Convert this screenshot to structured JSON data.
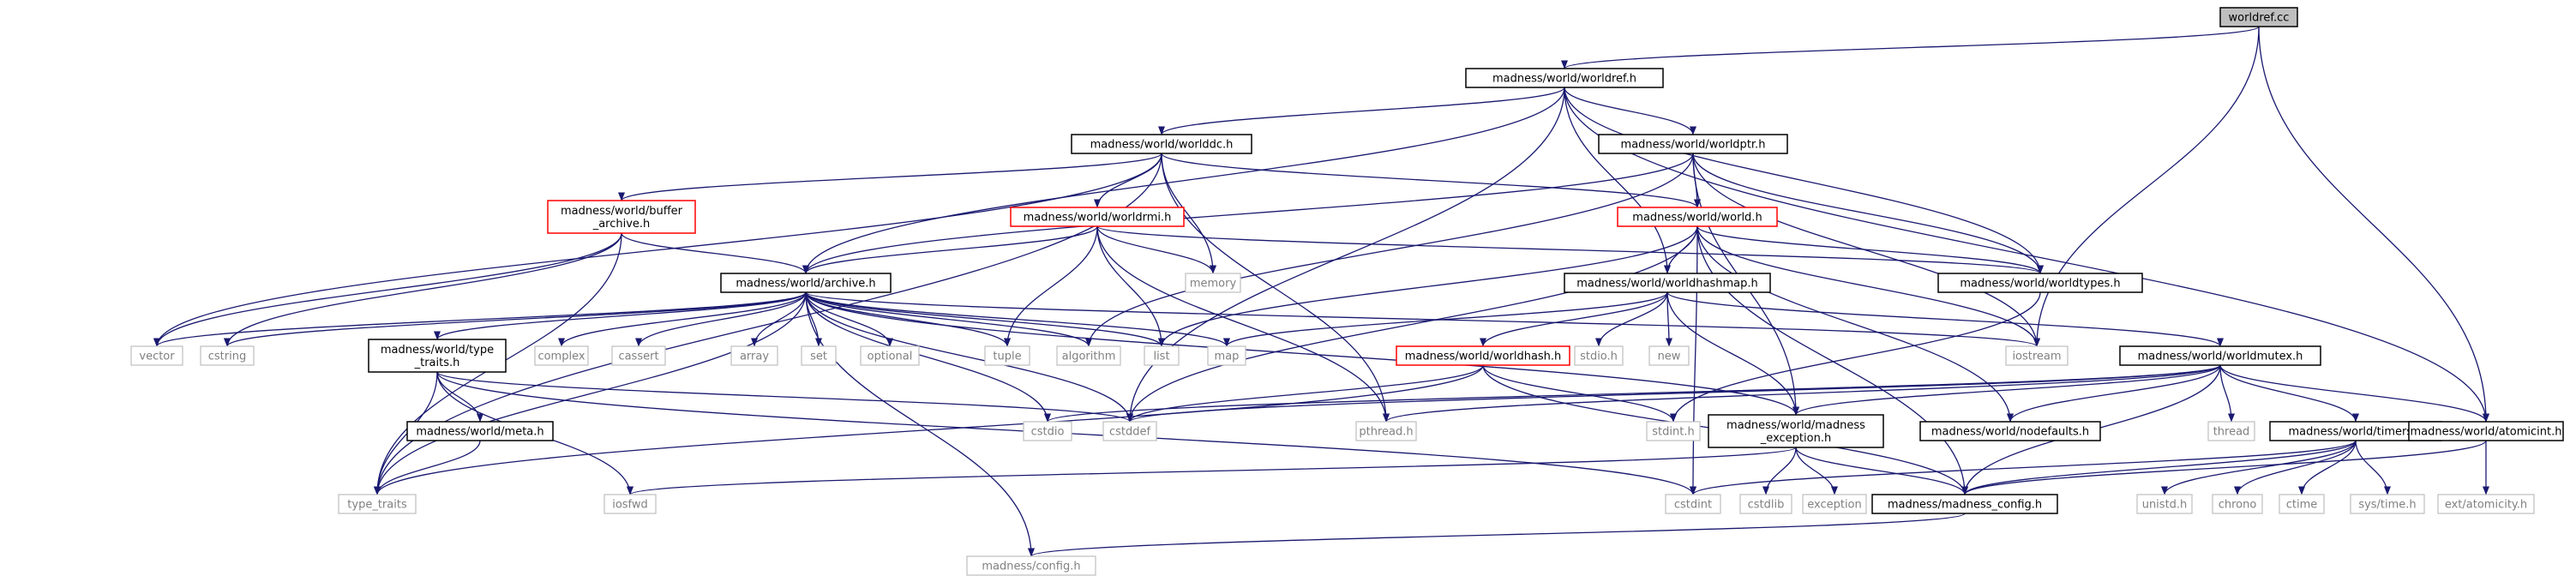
{
  "graph": {
    "nodes": [
      {
        "id": "worldref_cc",
        "lines": [
          "worldref.cc"
        ],
        "style": "root"
      },
      {
        "id": "worldref_h",
        "lines": [
          "madness/world/worldref.h"
        ],
        "style": "normal"
      },
      {
        "id": "worlddc_h",
        "lines": [
          "madness/world/worlddc.h"
        ],
        "style": "normal"
      },
      {
        "id": "worldptr_h",
        "lines": [
          "madness/world/worldptr.h"
        ],
        "style": "normal"
      },
      {
        "id": "buffer_archive_h",
        "lines": [
          "madness/world/buffer",
          "_archive.h"
        ],
        "style": "red"
      },
      {
        "id": "worldrmi_h",
        "lines": [
          "madness/world/worldrmi.h"
        ],
        "style": "red"
      },
      {
        "id": "world_h",
        "lines": [
          "madness/world/world.h"
        ],
        "style": "red"
      },
      {
        "id": "memory",
        "lines": [
          "memory"
        ],
        "style": "ext"
      },
      {
        "id": "worldtypes_h",
        "lines": [
          "madness/world/worldtypes.h"
        ],
        "style": "normal"
      },
      {
        "id": "archive_h",
        "lines": [
          "madness/world/archive.h"
        ],
        "style": "normal"
      },
      {
        "id": "worldhashmap_h",
        "lines": [
          "madness/world/worldhashmap.h"
        ],
        "style": "normal"
      },
      {
        "id": "vector",
        "lines": [
          "vector"
        ],
        "style": "ext"
      },
      {
        "id": "cstring",
        "lines": [
          "cstring"
        ],
        "style": "ext"
      },
      {
        "id": "type_traits_hdr",
        "lines": [
          "madness/world/type",
          "_traits.h"
        ],
        "style": "normal"
      },
      {
        "id": "complex",
        "lines": [
          "complex"
        ],
        "style": "ext"
      },
      {
        "id": "cassert",
        "lines": [
          "cassert"
        ],
        "style": "ext"
      },
      {
        "id": "array",
        "lines": [
          "array"
        ],
        "style": "ext"
      },
      {
        "id": "set",
        "lines": [
          "set"
        ],
        "style": "ext"
      },
      {
        "id": "optional",
        "lines": [
          "optional"
        ],
        "style": "ext"
      },
      {
        "id": "tuple",
        "lines": [
          "tuple"
        ],
        "style": "ext"
      },
      {
        "id": "algorithm",
        "lines": [
          "algorithm"
        ],
        "style": "ext"
      },
      {
        "id": "list",
        "lines": [
          "list"
        ],
        "style": "ext"
      },
      {
        "id": "map",
        "lines": [
          "map"
        ],
        "style": "ext"
      },
      {
        "id": "stdio_h",
        "lines": [
          "stdio.h"
        ],
        "style": "ext"
      },
      {
        "id": "new",
        "lines": [
          "new"
        ],
        "style": "ext"
      },
      {
        "id": "iostream",
        "lines": [
          "iostream"
        ],
        "style": "ext"
      },
      {
        "id": "worldmutex_h",
        "lines": [
          "madness/world/worldmutex.h"
        ],
        "style": "normal"
      },
      {
        "id": "worldhash_h",
        "lines": [
          "madness/world/worldhash.h"
        ],
        "style": "red"
      },
      {
        "id": "meta_h",
        "lines": [
          "madness/world/meta.h"
        ],
        "style": "normal"
      },
      {
        "id": "cstddef",
        "lines": [
          "cstddef"
        ],
        "style": "ext"
      },
      {
        "id": "cstdio",
        "lines": [
          "cstdio"
        ],
        "style": "ext"
      },
      {
        "id": "pthread_h",
        "lines": [
          "pthread.h"
        ],
        "style": "ext"
      },
      {
        "id": "stdint_h",
        "lines": [
          "stdint.h"
        ],
        "style": "ext"
      },
      {
        "id": "madness_exception_h",
        "lines": [
          "madness/world/madness",
          "_exception.h"
        ],
        "style": "normal"
      },
      {
        "id": "nodefaults_h",
        "lines": [
          "madness/world/nodefaults.h"
        ],
        "style": "normal"
      },
      {
        "id": "thread",
        "lines": [
          "thread"
        ],
        "style": "ext"
      },
      {
        "id": "timers_h",
        "lines": [
          "madness/world/timers.h"
        ],
        "style": "normal"
      },
      {
        "id": "atomicint_h",
        "lines": [
          "madness/world/atomicint.h"
        ],
        "style": "normal"
      },
      {
        "id": "type_traits",
        "lines": [
          "type_traits"
        ],
        "style": "ext"
      },
      {
        "id": "iosfwd",
        "lines": [
          "iosfwd"
        ],
        "style": "ext"
      },
      {
        "id": "cstdint",
        "lines": [
          "cstdint"
        ],
        "style": "ext"
      },
      {
        "id": "cstdlib",
        "lines": [
          "cstdlib"
        ],
        "style": "ext"
      },
      {
        "id": "exception",
        "lines": [
          "exception"
        ],
        "style": "ext"
      },
      {
        "id": "madness_config_h",
        "lines": [
          "madness/madness_config.h"
        ],
        "style": "normal"
      },
      {
        "id": "unistd_h",
        "lines": [
          "unistd.h"
        ],
        "style": "ext"
      },
      {
        "id": "chrono",
        "lines": [
          "chrono"
        ],
        "style": "ext"
      },
      {
        "id": "ctime",
        "lines": [
          "ctime"
        ],
        "style": "ext"
      },
      {
        "id": "sys_time_h",
        "lines": [
          "sys/time.h"
        ],
        "style": "ext"
      },
      {
        "id": "atomicity_h",
        "lines": [
          "ext/atomicity.h"
        ],
        "style": "ext"
      },
      {
        "id": "config_h",
        "lines": [
          "madness/config.h"
        ],
        "style": "ext"
      }
    ],
    "edges": [
      [
        "worldref_cc",
        "worldref_h"
      ],
      [
        "worldref_cc",
        "iostream"
      ],
      [
        "worldref_cc",
        "atomicint_h"
      ],
      [
        "worldref_h",
        "worlddc_h"
      ],
      [
        "worldref_h",
        "worldptr_h"
      ],
      [
        "worldref_h",
        "archive_h"
      ],
      [
        "worldref_h",
        "worldhashmap_h"
      ],
      [
        "worldref_h",
        "worldtypes_h"
      ],
      [
        "worldref_h",
        "atomicint_h"
      ],
      [
        "worldref_h",
        "cstddef"
      ],
      [
        "worlddc_h",
        "buffer_archive_h"
      ],
      [
        "worlddc_h",
        "worldrmi_h"
      ],
      [
        "worlddc_h",
        "world_h"
      ],
      [
        "worlddc_h",
        "memory"
      ],
      [
        "worlddc_h",
        "vector"
      ],
      [
        "worlddc_h",
        "pthread_h"
      ],
      [
        "worlddc_h",
        "type_traits"
      ],
      [
        "worldptr_h",
        "world_h"
      ],
      [
        "worldptr_h",
        "worldtypes_h"
      ],
      [
        "worldptr_h",
        "archive_h"
      ],
      [
        "worldptr_h",
        "algorithm"
      ],
      [
        "worldptr_h",
        "iostream"
      ],
      [
        "worldptr_h",
        "madness_exception_h"
      ],
      [
        "buffer_archive_h",
        "archive_h"
      ],
      [
        "buffer_archive_h",
        "cstring"
      ],
      [
        "buffer_archive_h",
        "type_traits"
      ],
      [
        "buffer_archive_h",
        "vector"
      ],
      [
        "worldrmi_h",
        "archive_h"
      ],
      [
        "worldrmi_h",
        "memory"
      ],
      [
        "worldrmi_h",
        "list"
      ],
      [
        "worldrmi_h",
        "tuple"
      ],
      [
        "worldrmi_h",
        "pthread_h"
      ],
      [
        "worldrmi_h",
        "worldtypes_h"
      ],
      [
        "world_h",
        "worldhashmap_h"
      ],
      [
        "world_h",
        "worldtypes_h"
      ],
      [
        "world_h",
        "iostream"
      ],
      [
        "world_h",
        "list"
      ],
      [
        "world_h",
        "cstddef"
      ],
      [
        "world_h",
        "cstdint"
      ],
      [
        "world_h",
        "nodefaults_h"
      ],
      [
        "world_h",
        "madness_config_h"
      ],
      [
        "worldtypes_h",
        "stdint_h"
      ],
      [
        "archive_h",
        "vector"
      ],
      [
        "archive_h",
        "cstring"
      ],
      [
        "archive_h",
        "type_traits_hdr"
      ],
      [
        "archive_h",
        "complex"
      ],
      [
        "archive_h",
        "cassert"
      ],
      [
        "archive_h",
        "array"
      ],
      [
        "archive_h",
        "set"
      ],
      [
        "archive_h",
        "optional"
      ],
      [
        "archive_h",
        "tuple"
      ],
      [
        "archive_h",
        "algorithm"
      ],
      [
        "archive_h",
        "list"
      ],
      [
        "archive_h",
        "map"
      ],
      [
        "archive_h",
        "iostream"
      ],
      [
        "archive_h",
        "cstddef"
      ],
      [
        "archive_h",
        "cstdio"
      ],
      [
        "archive_h",
        "type_traits"
      ],
      [
        "archive_h",
        "config_h"
      ],
      [
        "archive_h",
        "madness_exception_h"
      ],
      [
        "worldhashmap_h",
        "map"
      ],
      [
        "worldhashmap_h",
        "stdio_h"
      ],
      [
        "worldhashmap_h",
        "new"
      ],
      [
        "worldhashmap_h",
        "worldhash_h"
      ],
      [
        "worldhashmap_h",
        "worldmutex_h"
      ],
      [
        "worldhashmap_h",
        "madness_exception_h"
      ],
      [
        "type_traits_hdr",
        "meta_h"
      ],
      [
        "type_traits_hdr",
        "type_traits"
      ],
      [
        "type_traits_hdr",
        "iosfwd"
      ],
      [
        "type_traits_hdr",
        "cstddef"
      ],
      [
        "type_traits_hdr",
        "cstdint"
      ],
      [
        "worldmutex_h",
        "cstdio"
      ],
      [
        "worldmutex_h",
        "pthread_h"
      ],
      [
        "worldmutex_h",
        "thread"
      ],
      [
        "worldmutex_h",
        "timers_h"
      ],
      [
        "worldmutex_h",
        "atomicint_h"
      ],
      [
        "worldmutex_h",
        "nodefaults_h"
      ],
      [
        "worldmutex_h",
        "madness_exception_h"
      ],
      [
        "worldmutex_h",
        "madness_config_h"
      ],
      [
        "worldmutex_h",
        "cstddef"
      ],
      [
        "worldhash_h",
        "type_traits"
      ],
      [
        "worldhash_h",
        "stdint_h"
      ],
      [
        "worldhash_h",
        "madness_config_h"
      ],
      [
        "worldhash_h",
        "cstddef"
      ],
      [
        "meta_h",
        "type_traits"
      ],
      [
        "madness_exception_h",
        "madness_config_h"
      ],
      [
        "madness_exception_h",
        "iosfwd"
      ],
      [
        "madness_exception_h",
        "exception"
      ],
      [
        "madness_exception_h",
        "cstdlib"
      ],
      [
        "timers_h",
        "unistd_h"
      ],
      [
        "timers_h",
        "chrono"
      ],
      [
        "timers_h",
        "ctime"
      ],
      [
        "timers_h",
        "sys_time_h"
      ],
      [
        "timers_h",
        "cstdint"
      ],
      [
        "timers_h",
        "madness_config_h"
      ],
      [
        "atomicint_h",
        "atomicity_h"
      ],
      [
        "atomicint_h",
        "madness_config_h"
      ],
      [
        "madness_config_h",
        "config_h"
      ]
    ]
  }
}
